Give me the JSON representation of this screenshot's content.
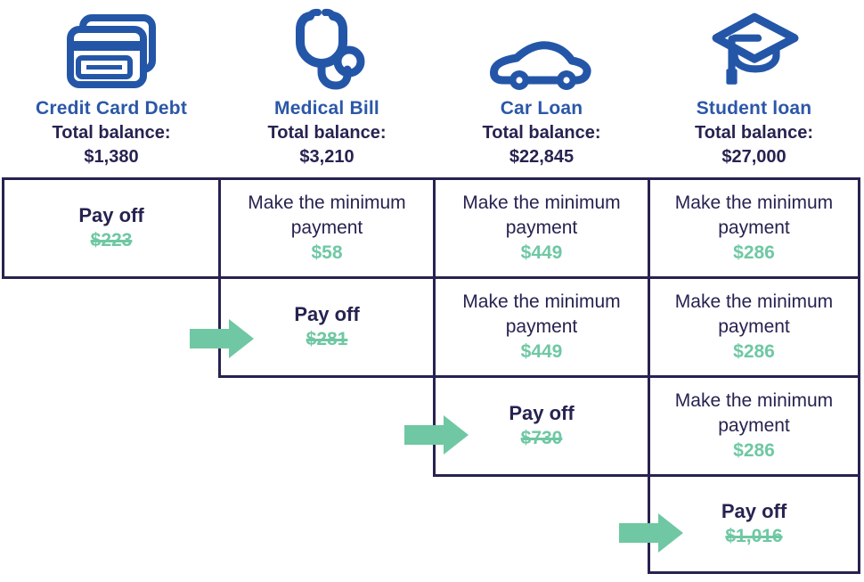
{
  "palette": {
    "navy": "#262350",
    "blue": "#2B57A8",
    "green": "#6FC8A3",
    "background": "#FFFFFF"
  },
  "debts": [
    {
      "name": "Credit Card Debt",
      "balance_label": "Total balance:",
      "balance": "$1,380",
      "icon": "credit-card-icon"
    },
    {
      "name": "Medical Bill",
      "balance_label": "Total balance:",
      "balance": "$3,210",
      "icon": "stethoscope-icon"
    },
    {
      "name": "Car Loan",
      "balance_label": "Total balance:",
      "balance": "$22,845",
      "icon": "car-icon"
    },
    {
      "name": "Student loan",
      "balance_label": "Total balance:",
      "balance": "$27,000",
      "icon": "graduation-cap-icon"
    }
  ],
  "cells": [
    {
      "row": 1,
      "col": 1,
      "type": "payoff",
      "label": "Pay off",
      "amount": "$223",
      "struck": true
    },
    {
      "row": 1,
      "col": 2,
      "type": "minimum",
      "label": "Make the minimum payment",
      "amount": "$58"
    },
    {
      "row": 1,
      "col": 3,
      "type": "minimum",
      "label": "Make the minimum payment",
      "amount": "$449"
    },
    {
      "row": 1,
      "col": 4,
      "type": "minimum",
      "label": "Make the minimum payment",
      "amount": "$286"
    },
    {
      "row": 2,
      "col": 2,
      "type": "payoff",
      "label": "Pay off",
      "amount": "$281",
      "struck": true
    },
    {
      "row": 2,
      "col": 3,
      "type": "minimum",
      "label": "Make the minimum payment",
      "amount": "$449"
    },
    {
      "row": 2,
      "col": 4,
      "type": "minimum",
      "label": "Make the minimum payment",
      "amount": "$286"
    },
    {
      "row": 3,
      "col": 3,
      "type": "payoff",
      "label": "Pay off",
      "amount": "$730",
      "struck": true
    },
    {
      "row": 3,
      "col": 4,
      "type": "minimum",
      "label": "Make the minimum payment",
      "amount": "$286"
    },
    {
      "row": 4,
      "col": 4,
      "type": "payoff",
      "label": "Pay off",
      "amount": "$1,016",
      "struck": true
    }
  ],
  "arrows": [
    {
      "points_to": "Pay off $281",
      "icon": "arrow-right-icon"
    },
    {
      "points_to": "Pay off $730",
      "icon": "arrow-right-icon"
    },
    {
      "points_to": "Pay off $1,016",
      "icon": "arrow-right-icon"
    }
  ]
}
